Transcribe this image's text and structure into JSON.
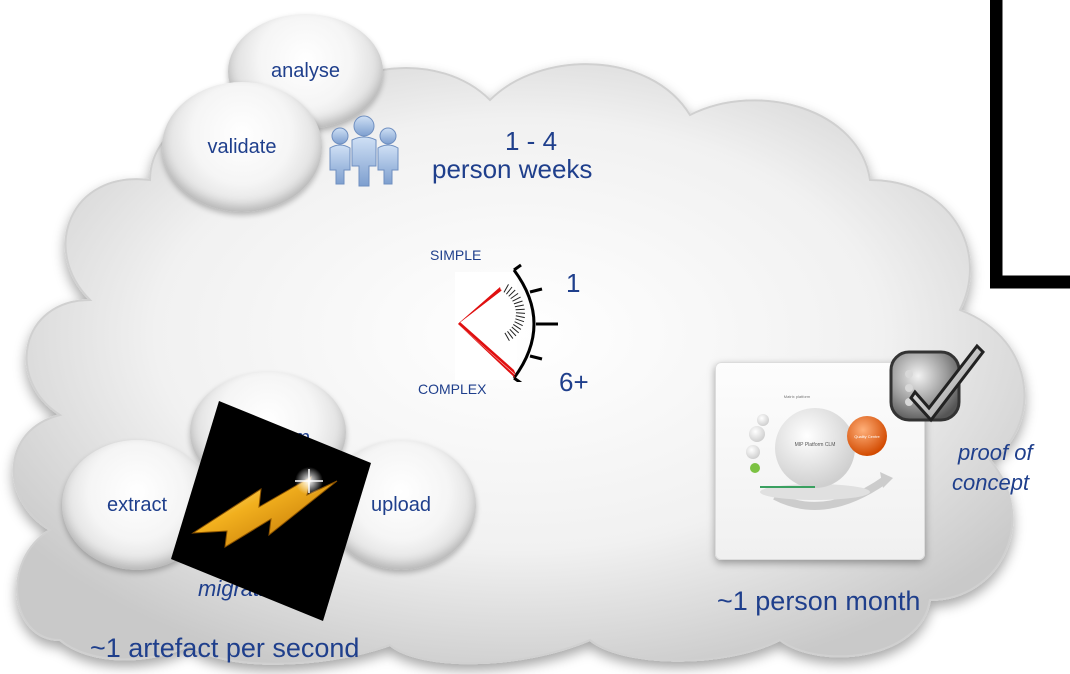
{
  "bubbles": {
    "analyse": "analyse",
    "validate": "validate",
    "extract": "extract",
    "transform": "transform",
    "upload": "upload"
  },
  "effort": {
    "range": "1 - 4",
    "unit": "person weeks",
    "pc_effort": "~1 person month",
    "migration_rate": "~1 artefact per second"
  },
  "gauge": {
    "top_label": "SIMPLE",
    "bottom_label": "COMPLEX",
    "min_value": "1",
    "max_value": "6+"
  },
  "labels": {
    "poc_line1": "proof of",
    "poc_line2": "concept",
    "migration": "migration"
  },
  "proof_card": {
    "left_text": "Matrix platform",
    "center_text": "MIP Platform CLM",
    "right_text": "Quality Centre"
  },
  "colors": {
    "text_blue": "#1f3f8c",
    "gauge_needle": "#e01010",
    "cloud": "#e6e6e6",
    "orange_sphere": "#e85a10",
    "lightning": "#f2b01e"
  }
}
